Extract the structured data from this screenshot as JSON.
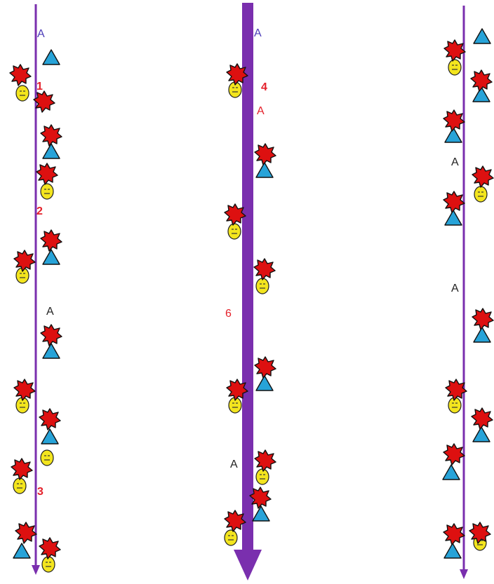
{
  "colors": {
    "arrow": "#7a2fae",
    "star": "#dd1010",
    "star_outline": "#111111",
    "face": "#f3e51e",
    "triangle": "#27a3d8",
    "red_text": "#e4202a",
    "blue_text": "#4b3cb8",
    "dark_text": "#222222"
  },
  "labels": {
    "left_a_top": "A",
    "left_num_1": "1",
    "left_num_2": "2",
    "left_a_mid": "A",
    "left_num_3": "3",
    "mid_a_top": "A",
    "mid_num_4": "4",
    "mid_a_red": "A",
    "mid_num_6": "6",
    "mid_a_bottom": "A",
    "right_a_1": "A",
    "right_a_2": "A"
  }
}
